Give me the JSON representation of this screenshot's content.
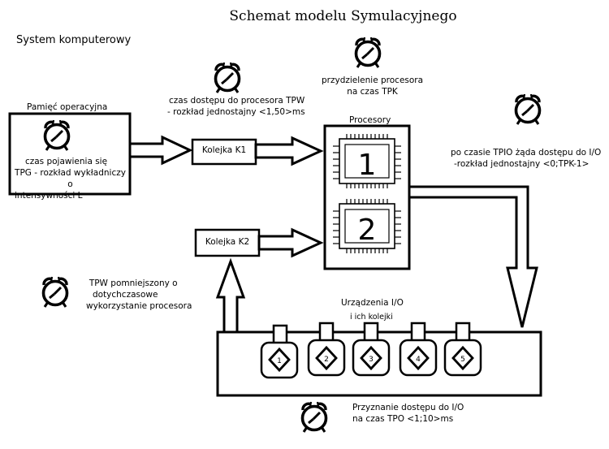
{
  "title": "Schemat modelu Symulacyjnego",
  "system_label": "System komputerowy",
  "memory": {
    "title": "Pamięć operacyjna",
    "desc": [
      "czas pojawienia się",
      "TPG - rozkład wykładniczy o",
      "intensywności L"
    ]
  },
  "queue1": "Kolejka K1",
  "queue2": "Kolejka K2",
  "tpw": [
    "czas dostępu do procesora TPW",
    "- rozkład jednostajny <1,50>ms"
  ],
  "tpk": [
    "przydzielenie procesora",
    "na czas TPK"
  ],
  "processors": {
    "title": "Procesory",
    "cpu_labels": [
      "1",
      "2"
    ]
  },
  "tpio": [
    "po czasie TPIO żąda dostępu do I/O",
    "-rozkład jednostajny  <0;TPK-1>"
  ],
  "tpw_reduced": [
    "TPW pomniejszony o",
    "dotychczasowe",
    "wykorzystanie procesora"
  ],
  "io": {
    "title": "Urządzenia I/O",
    "subtitle": "i ich kolejki",
    "devices": [
      "1",
      "2",
      "3",
      "4",
      "5"
    ]
  },
  "tpo": [
    "Przyznanie dostępu do I/O",
    "na czas TPO    <1;10>ms"
  ]
}
